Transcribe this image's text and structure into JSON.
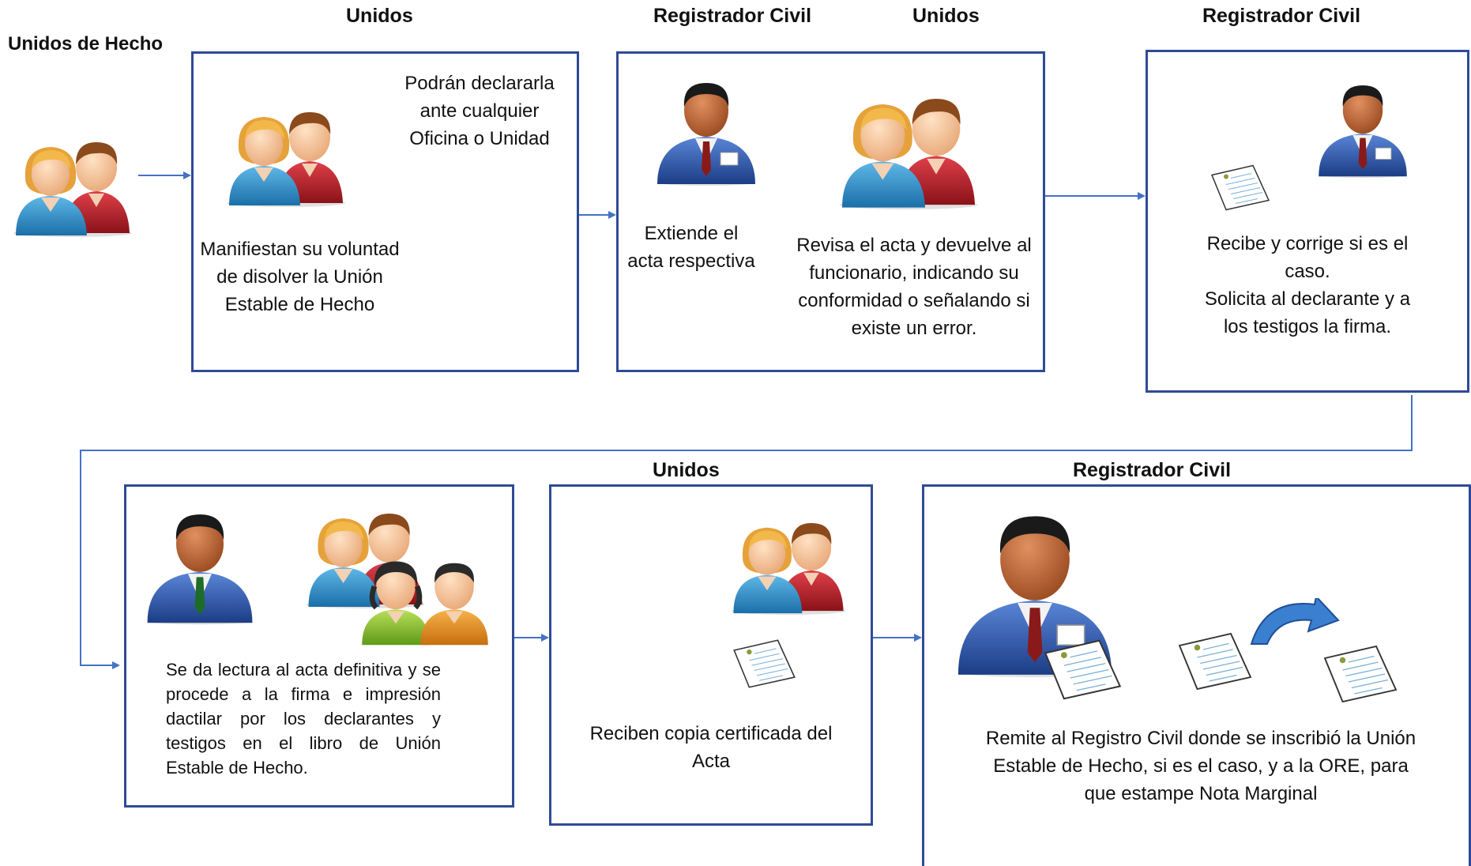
{
  "headers": {
    "start": "Unidos de Hecho",
    "box1": "Unidos",
    "box2_left": "Registrador Civil",
    "box2_right": "Unidos",
    "box3": "Registrador Civil",
    "box5": "Unidos",
    "box6": "Registrador Civil"
  },
  "box1": {
    "side_text": "Podrán declararla ante cualquier Oficina o Unidad",
    "main_text": "Manifiestan su voluntad de disolver la Unión Estable de Hecho"
  },
  "box2": {
    "left_text": "Extiende el acta respectiva",
    "right_text": "Revisa el acta y devuelve al funcionario, indicando su conformidad o señalando si existe un error."
  },
  "box3": {
    "text_1": "Recibe y corrige si es el caso.",
    "text_2": "Solicita al declarante y a los testigos la firma."
  },
  "box4": {
    "text": "Se da lectura al acta definitiva y se procede a la firma e impresión dactilar por los declarantes y testigos en el libro de Unión Estable de Hecho."
  },
  "box5": {
    "text": "Reciben copia certificada del Acta"
  },
  "box6": {
    "text": "Remite al Registro Civil donde se inscribió la Unión Estable de Hecho, si es el caso, y a la ORE, para que estampe Nota Marginal"
  },
  "colors": {
    "box_border": "#2e4b97",
    "arrow": "#4472c4",
    "woman_shirt": "#2b8fc9",
    "man_shirt": "#b5202a",
    "officer_suit": "#2f58a8",
    "green_shirt": "#8cbf2a",
    "orange_shirt": "#e8931e"
  },
  "icons": [
    "couple-icon",
    "officer-icon",
    "document-icon",
    "memo-icon",
    "filing-cabinet-icon",
    "group-icon",
    "curved-arrow-icon"
  ]
}
